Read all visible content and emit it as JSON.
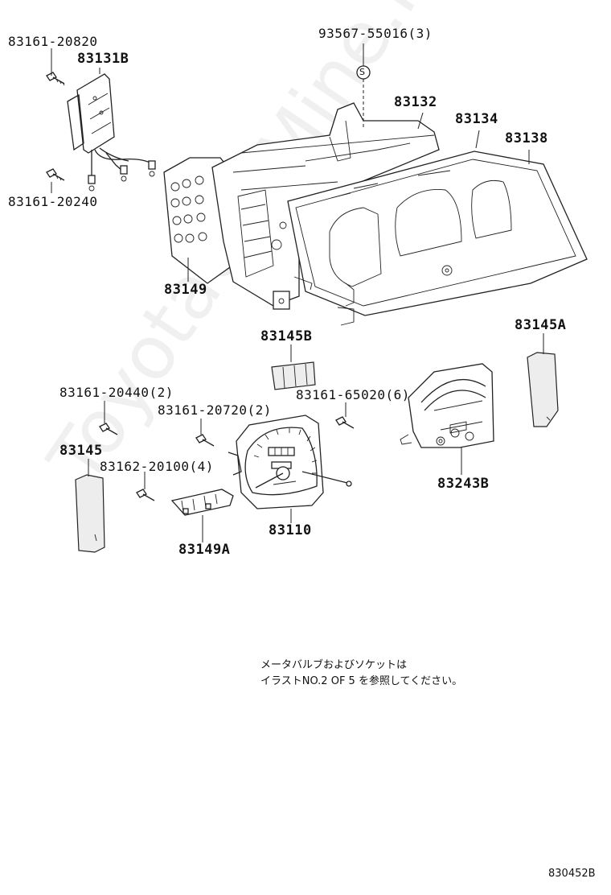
{
  "diagram": {
    "labels": {
      "screw_93567": "93567-55016(3)",
      "screw_83161_20820": "83161-20820",
      "board_83131B": "83131B",
      "screw_83161_20240": "83161-20240",
      "case_83132": "83132",
      "lens_83134": "83134",
      "glass_83138": "83138",
      "plate_83149": "83149",
      "part_83145B": "83145B",
      "part_83145A": "83145A",
      "screw_83161_20440": "83161-20440(2)",
      "screw_83161_20720": "83161-20720(2)",
      "screw_83161_65020": "83161-65020(6)",
      "part_83145": "83145",
      "screw_83162_20100": "83162-20100(4)",
      "speedometer_83110": "83110",
      "gauge_83243B": "83243B",
      "board_83149A": "83149A"
    },
    "marker_s": "S",
    "note_line1": "メータバルブおよびソケットは",
    "note_line2": "イラストNO.2 OF 5 を参照してください。",
    "diagram_code": "830452B",
    "watermark": "ToyotaCarMine.ru"
  }
}
